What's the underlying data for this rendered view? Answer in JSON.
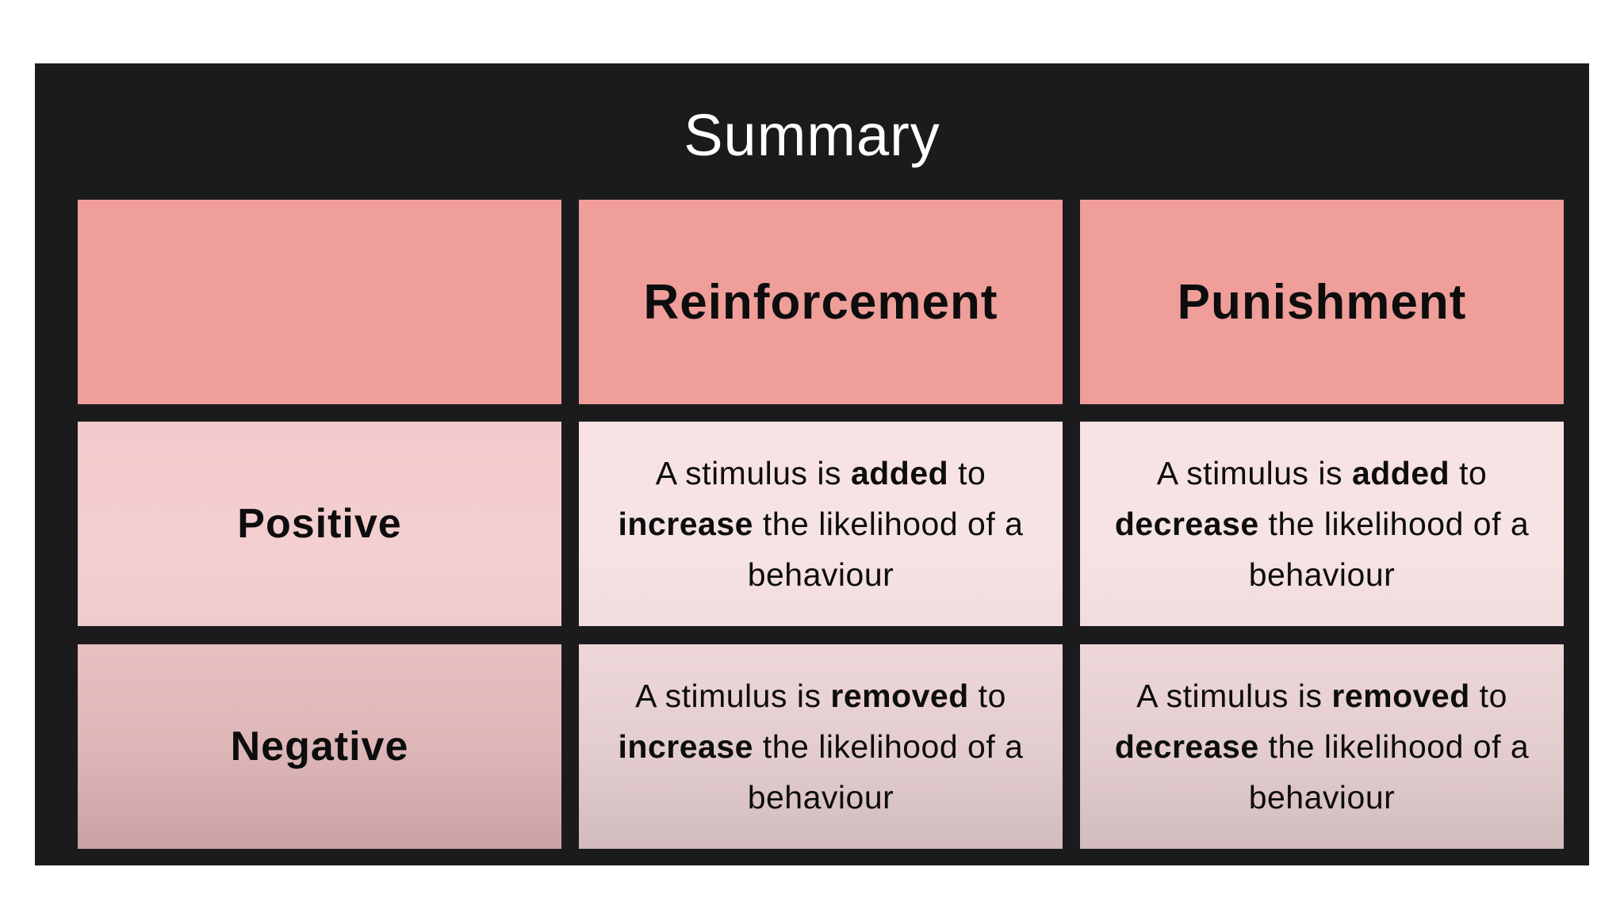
{
  "title": "Summary",
  "columns": {
    "reinforcement": "Reinforcement",
    "punishment": "Punishment"
  },
  "rows": {
    "positive": {
      "label": "Positive",
      "reinforcement": {
        "pre": "A stimulus is ",
        "action": "added",
        "mid": " to ",
        "effect": "increase",
        "post": " the likelihood of a behaviour"
      },
      "punishment": {
        "pre": "A stimulus is ",
        "action": "added",
        "mid": " to ",
        "effect": "decrease",
        "post": " the likelihood of a behaviour"
      }
    },
    "negative": {
      "label": "Negative",
      "reinforcement": {
        "pre": "A stimulus is ",
        "action": "removed",
        "mid": " to ",
        "effect": "increase",
        "post": " the likelihood of a behaviour"
      },
      "punishment": {
        "pre": "A stimulus is ",
        "action": "removed",
        "mid": " to ",
        "effect": "decrease",
        "post": " the likelihood of a behaviour"
      }
    }
  },
  "colors": {
    "background": "#1b1b1d",
    "header": "#ef9e99",
    "positive": "#f3cacb",
    "negative": "#dcb5b6"
  }
}
